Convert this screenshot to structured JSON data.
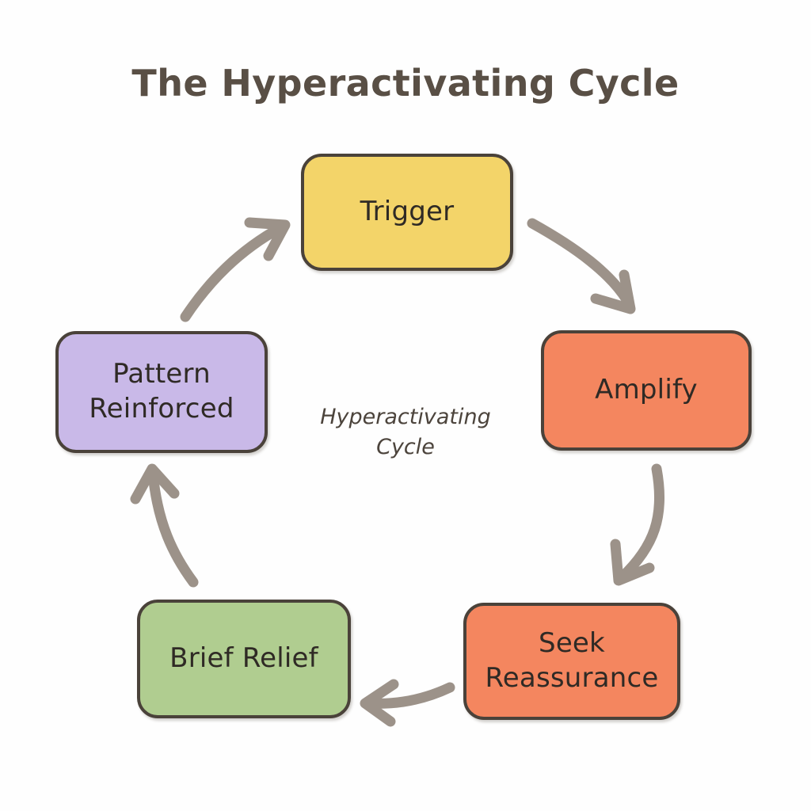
{
  "page": {
    "title": "The Hyperactivating Cycle",
    "background_color": "#fefefe",
    "title_color": "#594f45"
  },
  "center_label": {
    "line1": "Hyperactivating",
    "line2": "Cycle"
  },
  "diagram": {
    "type": "cycle-flowchart",
    "arrow_color": "#9c9289",
    "node_border_color": "#4a423a",
    "nodes": [
      {
        "id": "trigger",
        "label": "Trigger",
        "label_line1": "Trigger",
        "label_line2": "",
        "color": "#f3d469",
        "position": "top"
      },
      {
        "id": "amplify",
        "label": "Amplify",
        "label_line1": "Amplify",
        "label_line2": "",
        "color": "#f4865f",
        "position": "right"
      },
      {
        "id": "seek-reassurance",
        "label": "Seek Reassurance",
        "label_line1": "Seek",
        "label_line2": "Reassurance",
        "color": "#f4865f",
        "position": "bottom-right"
      },
      {
        "id": "brief-relief",
        "label": "Brief Relief",
        "label_line1": "Brief Relief",
        "label_line2": "",
        "color": "#b0cd90",
        "position": "bottom-left"
      },
      {
        "id": "pattern-reinforced",
        "label": "Pattern Reinforced",
        "label_line1": "Pattern",
        "label_line2": "Reinforced",
        "color": "#c9b9e8",
        "position": "left"
      }
    ],
    "edges": [
      {
        "id": "trigger-to-amplify",
        "from": "trigger",
        "to": "amplify",
        "label": ""
      },
      {
        "id": "amplify-to-seek",
        "from": "amplify",
        "to": "seek-reassurance",
        "label": ""
      },
      {
        "id": "seek-to-relief",
        "from": "seek-reassurance",
        "to": "brief-relief",
        "label": ""
      },
      {
        "id": "relief-to-pattern",
        "from": "brief-relief",
        "to": "pattern-reinforced",
        "label": ""
      },
      {
        "id": "pattern-to-trigger",
        "from": "pattern-reinforced",
        "to": "trigger",
        "label": ""
      }
    ]
  }
}
